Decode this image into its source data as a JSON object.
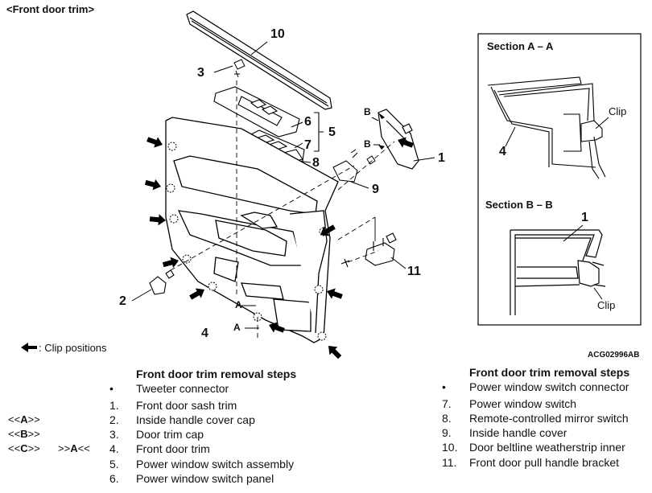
{
  "header": {
    "title": "<Front door trim>"
  },
  "figure_id": "ACG02996AB",
  "legend": {
    "label": ": Clip positions"
  },
  "callouts": {
    "c1": "1",
    "c2": "2",
    "c3": "3",
    "c4": "4",
    "c5": "5",
    "c6": "6",
    "c7": "7",
    "c8": "8",
    "c9": "9",
    "c10": "10",
    "c11": "11",
    "A1": "A",
    "A2": "A",
    "B1": "B",
    "B2": "B"
  },
  "section_aa": {
    "title": "Section A – A",
    "part": "4",
    "clip": "Clip"
  },
  "section_bb": {
    "title": "Section B – B",
    "part": "1",
    "clip": "Clip"
  },
  "steps_left": {
    "heading": "Front door trim removal steps",
    "items": [
      {
        "num": "•",
        "text": "Tweeter connector"
      },
      {
        "num": "1.",
        "text": "Front door sash trim"
      },
      {
        "num": "2.",
        "text": "Inside handle cover cap"
      },
      {
        "num": "3.",
        "text": "Door trim cap"
      },
      {
        "num": "4.",
        "text": "Front door trim"
      },
      {
        "num": "5.",
        "text": "Power window switch assembly"
      },
      {
        "num": "6.",
        "text": "Power window switch panel"
      }
    ]
  },
  "steps_right": {
    "heading": "Front door trim removal steps",
    "items": [
      {
        "num": "•",
        "text": "Power window switch connector"
      },
      {
        "num": "7.",
        "text": "Power window switch"
      },
      {
        "num": "8.",
        "text": "Remote-controlled mirror switch"
      },
      {
        "num": "9.",
        "text": "Inside handle cover"
      },
      {
        "num": "10.",
        "text": "Door beltline weatherstrip inner"
      },
      {
        "num": "11.",
        "text": "Front door pull handle bracket"
      }
    ]
  },
  "marks": {
    "A_left_pre": "<<",
    "A_left_letter": "A",
    "A_left_post": ">>",
    "B_left_pre": "<<",
    "B_left_letter": "B",
    "B_left_post": ">>",
    "C_left_pre": "<<",
    "C_left_letter": "C",
    "C_left_post": ">>",
    "A_right_pre": ">>",
    "A_right_letter": "A",
    "A_right_post": "<<"
  }
}
